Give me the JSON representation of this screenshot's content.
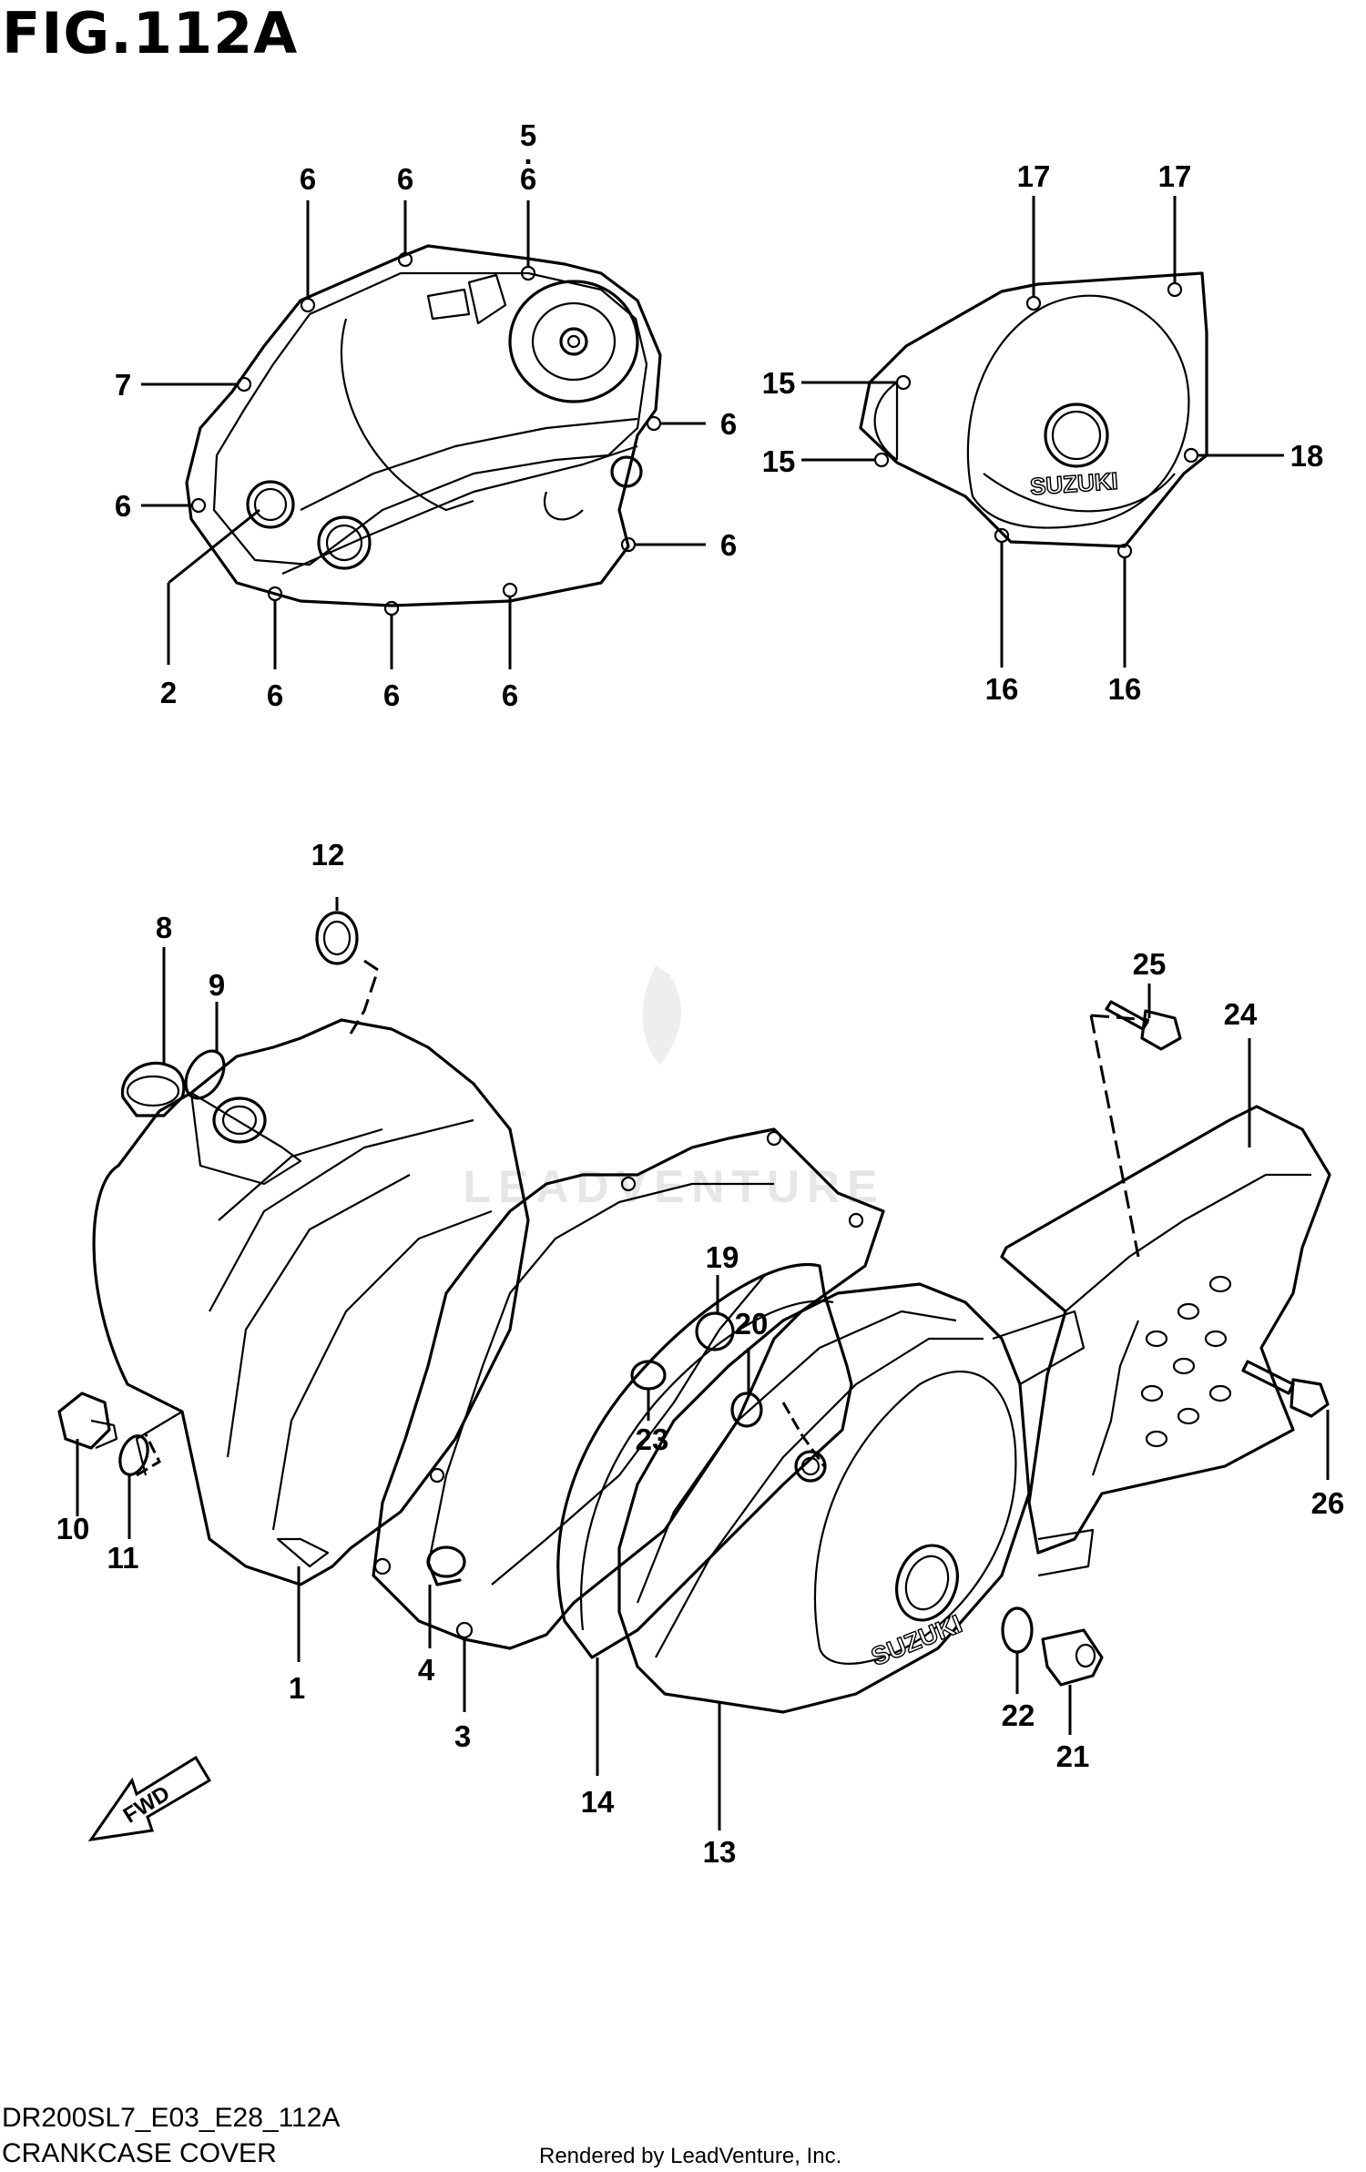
{
  "figure": {
    "title": "FIG.112A",
    "code": "DR200SL7_E03_E28_112A",
    "description": "CRANKCASE COVER",
    "credit": "Rendered by LeadVenture, Inc.",
    "watermark": "LEADVENTURE",
    "fwd_label": "FWD"
  },
  "callouts": {
    "c5": "5",
    "c6": "6",
    "c7": "7",
    "c2": "2",
    "c15": "15",
    "c16": "16",
    "c17": "17",
    "c18": "18",
    "c1": "1",
    "c3": "3",
    "c4": "4",
    "c8": "8",
    "c9": "9",
    "c10": "10",
    "c11": "11",
    "c12": "12",
    "c13": "13",
    "c14": "14",
    "c19": "19",
    "c20": "20",
    "c21": "21",
    "c22": "22",
    "c23": "23",
    "c24": "24",
    "c25": "25",
    "c26": "26"
  },
  "embossed": {
    "brand_top": "SUZUKI",
    "brand_bottom": "SUZUKI"
  }
}
